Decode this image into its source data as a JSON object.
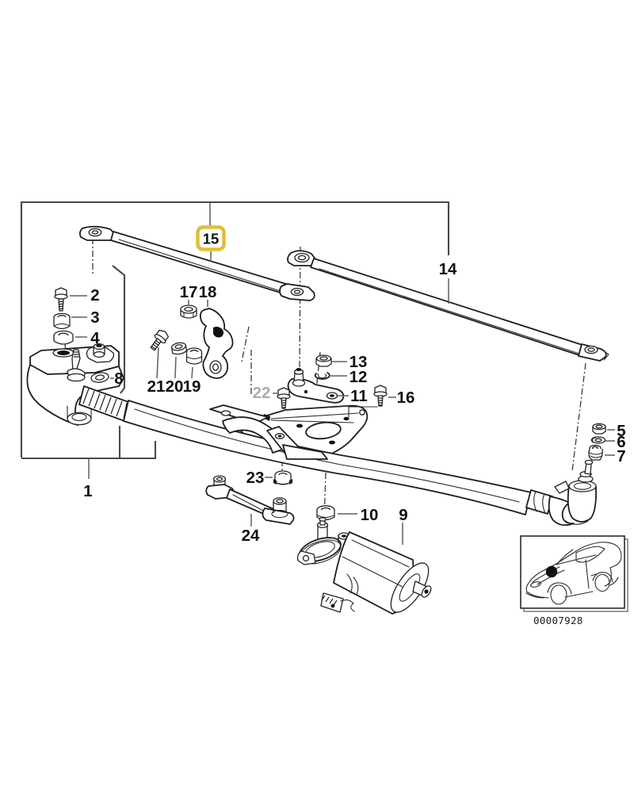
{
  "diagram": {
    "type": "exploded-parts-drawing",
    "subject": "windshield wiper linkage with drive motor",
    "image_code": "00007928",
    "highlighted_part": "15",
    "colors": {
      "background": "#ffffff",
      "ink": "#1e1e1e",
      "frame": "#4a4a4a",
      "highlight_border": "#e3bd38",
      "highlight_fill": "#ffffff",
      "muted_label": "#ababab"
    },
    "icons": {
      "car_thumbnail": "coupe-three-quarter-outline-with-location-dot"
    },
    "labels": [
      {
        "id": "1"
      },
      {
        "id": "2"
      },
      {
        "id": "3"
      },
      {
        "id": "4"
      },
      {
        "id": "5"
      },
      {
        "id": "6"
      },
      {
        "id": "7"
      },
      {
        "id": "8"
      },
      {
        "id": "9"
      },
      {
        "id": "10"
      },
      {
        "id": "11"
      },
      {
        "id": "12"
      },
      {
        "id": "13"
      },
      {
        "id": "14"
      },
      {
        "id": "15",
        "highlighted": true
      },
      {
        "id": "16"
      },
      {
        "id": "17"
      },
      {
        "id": "18"
      },
      {
        "id": "19"
      },
      {
        "id": "20"
      },
      {
        "id": "21"
      },
      {
        "id": "22",
        "muted": true
      },
      {
        "id": "23"
      },
      {
        "id": "24"
      }
    ]
  }
}
